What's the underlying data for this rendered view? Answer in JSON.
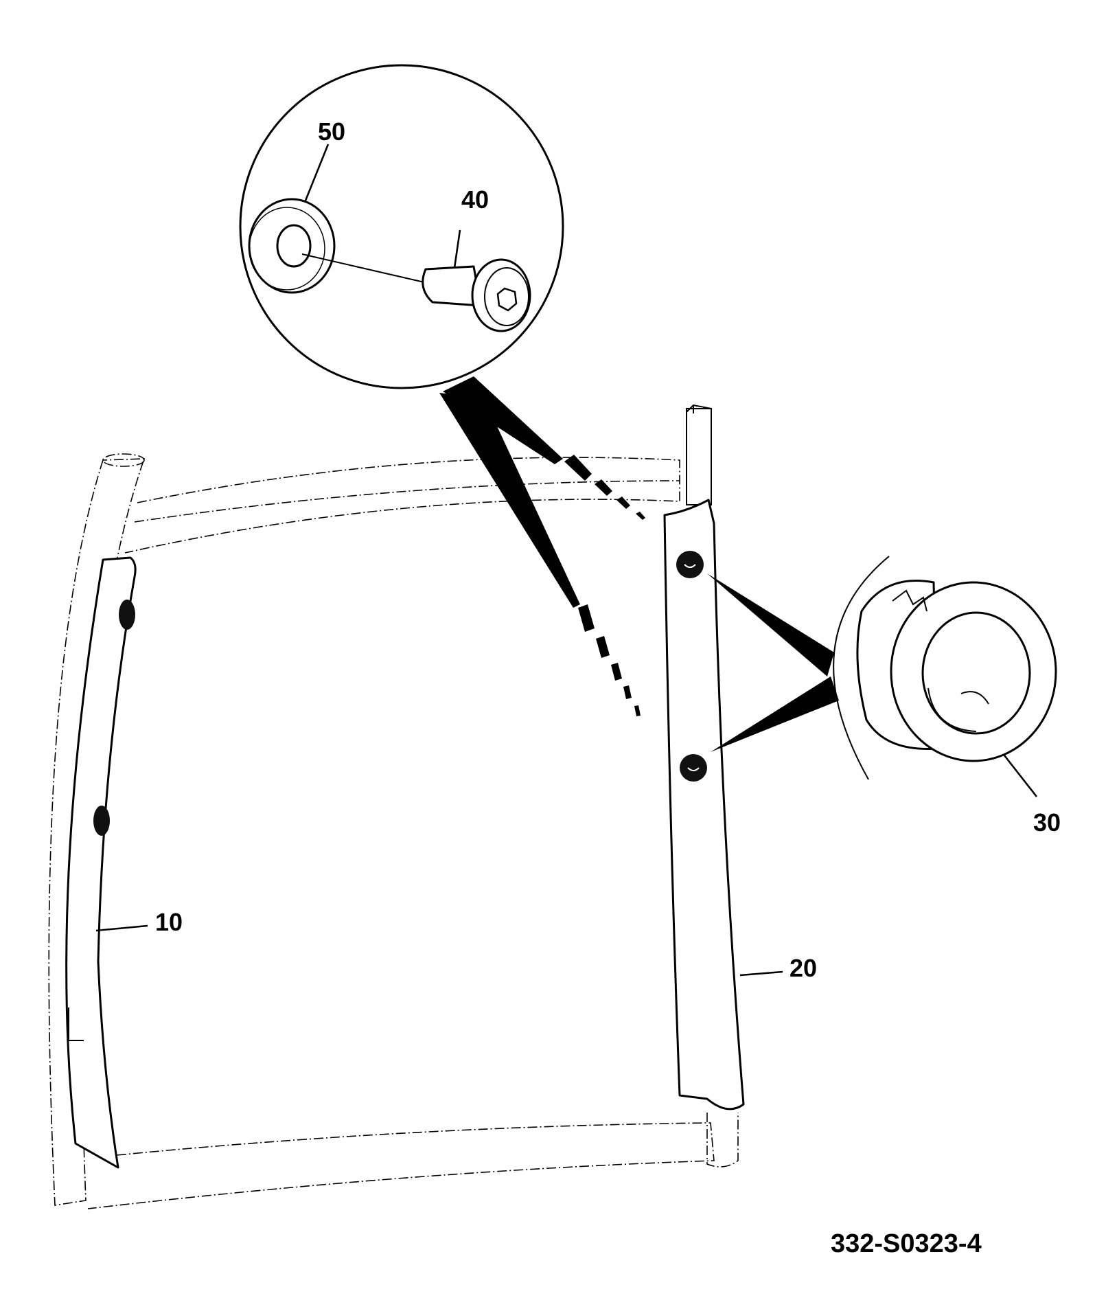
{
  "diagram": {
    "callouts": {
      "part_10": "10",
      "part_20": "20",
      "part_30": "30",
      "part_40": "40",
      "part_50": "50"
    },
    "drawing_number": "332-S0323-4"
  }
}
